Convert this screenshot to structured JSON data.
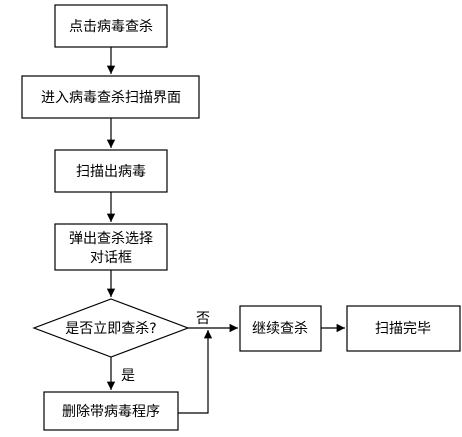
{
  "nodes": {
    "click_scan": "点击病毒查杀",
    "enter_scan_ui": "进入病毒查杀扫描界面",
    "virus_found": "扫描出病毒",
    "popup_line1": "弹出查杀选择",
    "popup_line2": "对话框",
    "decision": "是否立即查杀?",
    "delete_program": "删除带病毒程序",
    "continue_scan": "继续查杀",
    "scan_complete": "扫描完毕"
  },
  "edges": {
    "yes_label": "是",
    "no_label": "否"
  }
}
